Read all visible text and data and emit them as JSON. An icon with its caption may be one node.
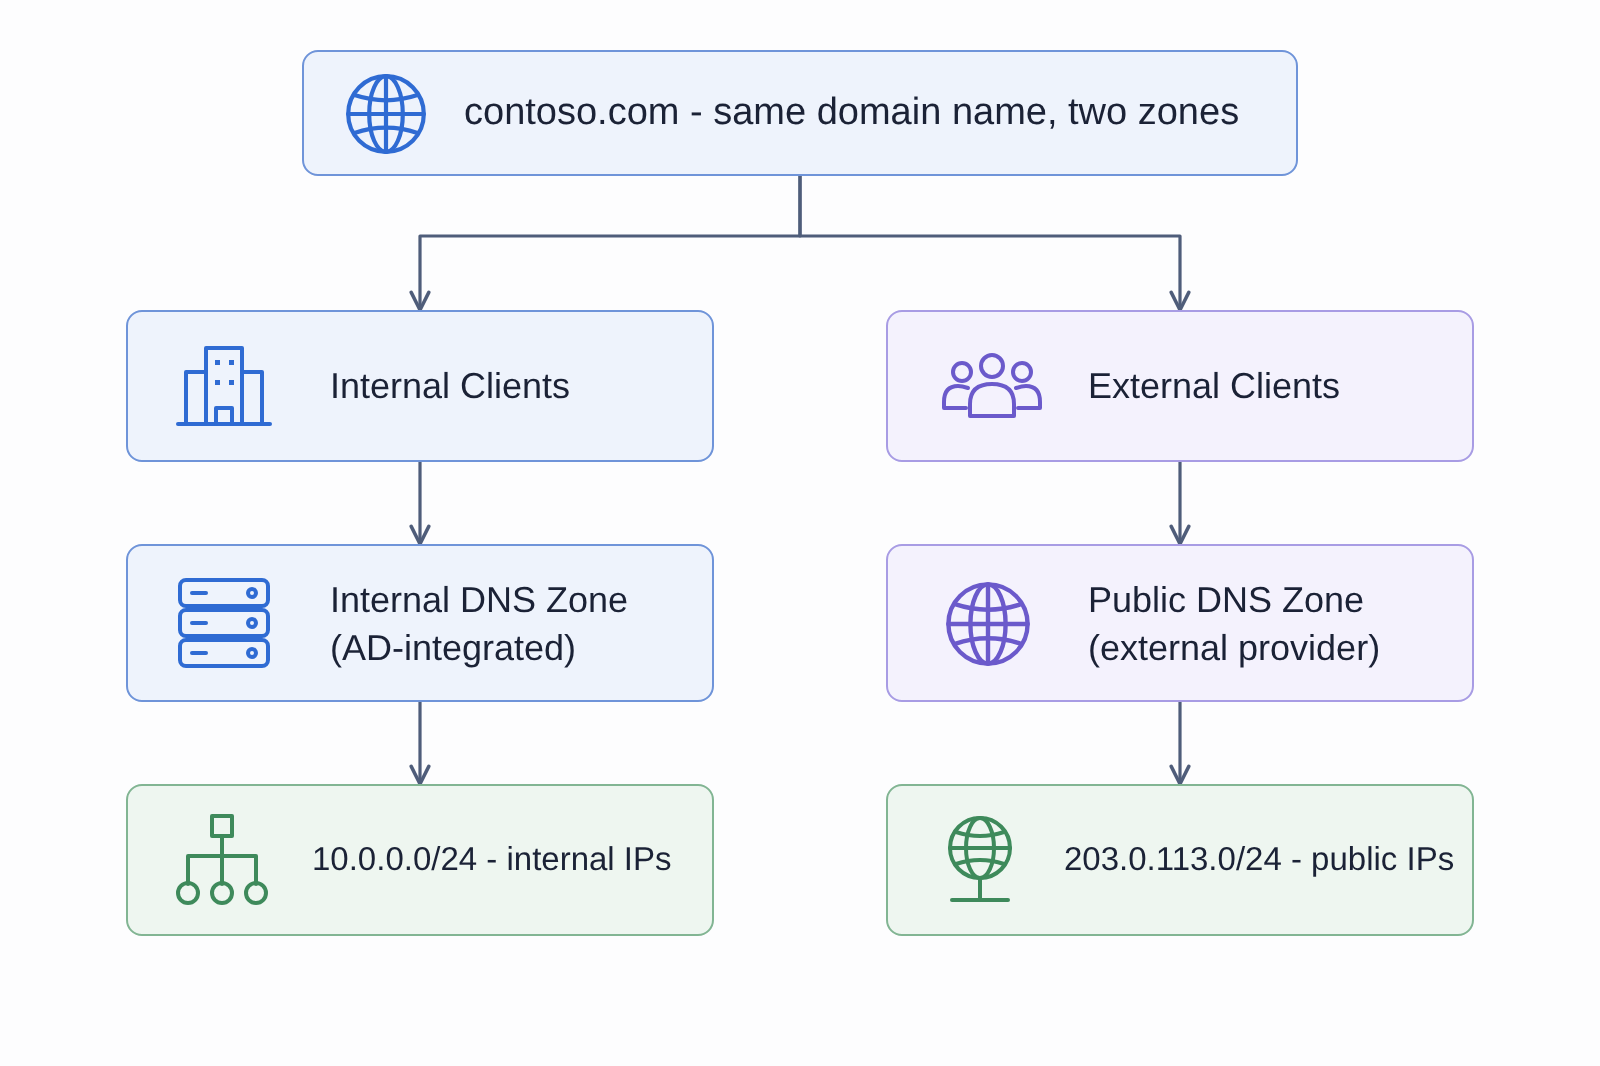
{
  "diagram": {
    "nodes": [
      {
        "text": [
          "contoso.com - same domain name, two zones"
        ]
      },
      {
        "text": [
          "Internal Clients"
        ]
      },
      {
        "text": [
          "External Clients"
        ]
      },
      {
        "text": [
          "Internal DNS Zone (AD-integrated)"
        ]
      },
      {
        "text": [
          "Public DNS Zone (external provider)"
        ]
      },
      {
        "text": [
          "10.0.0.0/24 - internal IPs"
        ]
      },
      {
        "text": [
          "203.0.113.0/24 - public IPs"
        ]
      }
    ],
    "edges": [
      {
        "from": 0,
        "to": 1,
        "arrow": "to"
      },
      {
        "from": 0,
        "to": 2,
        "arrow": "to"
      },
      {
        "from": 1,
        "to": 3,
        "arrow": "to"
      },
      {
        "from": 2,
        "to": 4,
        "arrow": "to"
      },
      {
        "from": 3,
        "to": 5,
        "arrow": "to"
      },
      {
        "from": 4,
        "to": 6,
        "arrow": "to"
      }
    ]
  }
}
